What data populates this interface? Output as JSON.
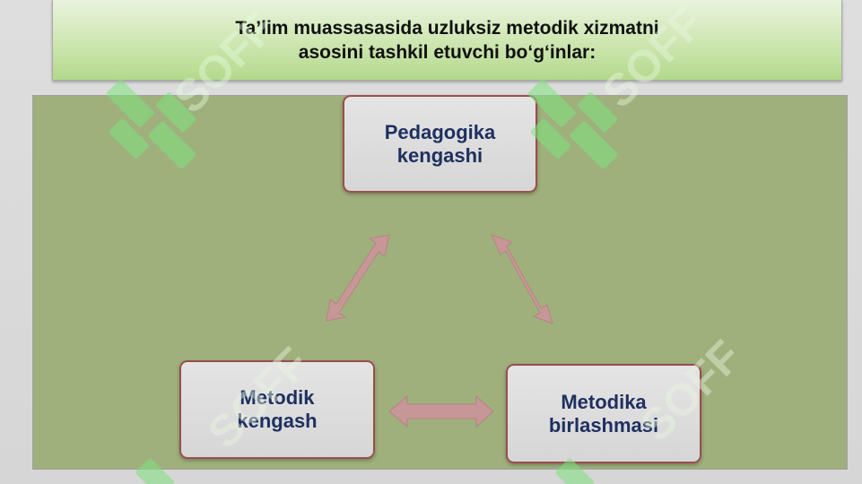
{
  "title": {
    "line1": "Ta’lim muassasasida uzluksiz metodik xizmatni",
    "line2": "asosini tashkil etuvchi bo‘g‘inlar:"
  },
  "nodes": {
    "top": {
      "line1": "Pedagogika",
      "line2": "kengashi"
    },
    "left": {
      "line1": "Metodik",
      "line2": "kengash"
    },
    "right": {
      "line1": "Metodika",
      "line2": "birlashmasi"
    }
  },
  "watermark": {
    "text": "SOFF"
  },
  "colors": {
    "panel": "#9fb07c",
    "title_gradient_bottom": "#b4d98c",
    "node_border": "#9a4e4e",
    "node_text": "#1f3060",
    "arrow": "#c79696",
    "watermark": "#7ee27e"
  }
}
